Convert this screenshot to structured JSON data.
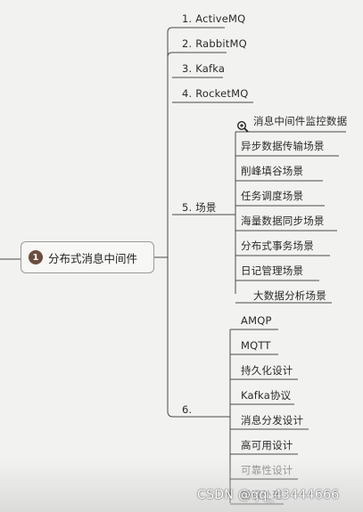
{
  "root": {
    "badge": "1",
    "label": "分布式消息中间件"
  },
  "branches": {
    "b1": "1. ActiveMQ",
    "b2": "2. RabbitMQ",
    "b3": "3. Kafka",
    "b4": "4. RocketMQ",
    "b5": "5. 场景",
    "b6": "6."
  },
  "scenes": [
    "消息中间件监控数据",
    "异步数据传输场景",
    "削峰填谷场景",
    "任务调度场景",
    "海量数据同步场景",
    "分布式事务场景",
    "日记管理场景",
    "大数据分析场景"
  ],
  "six_items": [
    "AMQP",
    "MQTT",
    "持久化设计",
    "Kafka协议",
    "消息分发设计",
    "高可用设计",
    "可靠性设计",
    "错误处理"
  ],
  "watermark": "CSDN @qq_43444666",
  "colors": {
    "line": "#4a4a4a",
    "badge": "#6b4d3e",
    "background": "#f2f2f1"
  }
}
